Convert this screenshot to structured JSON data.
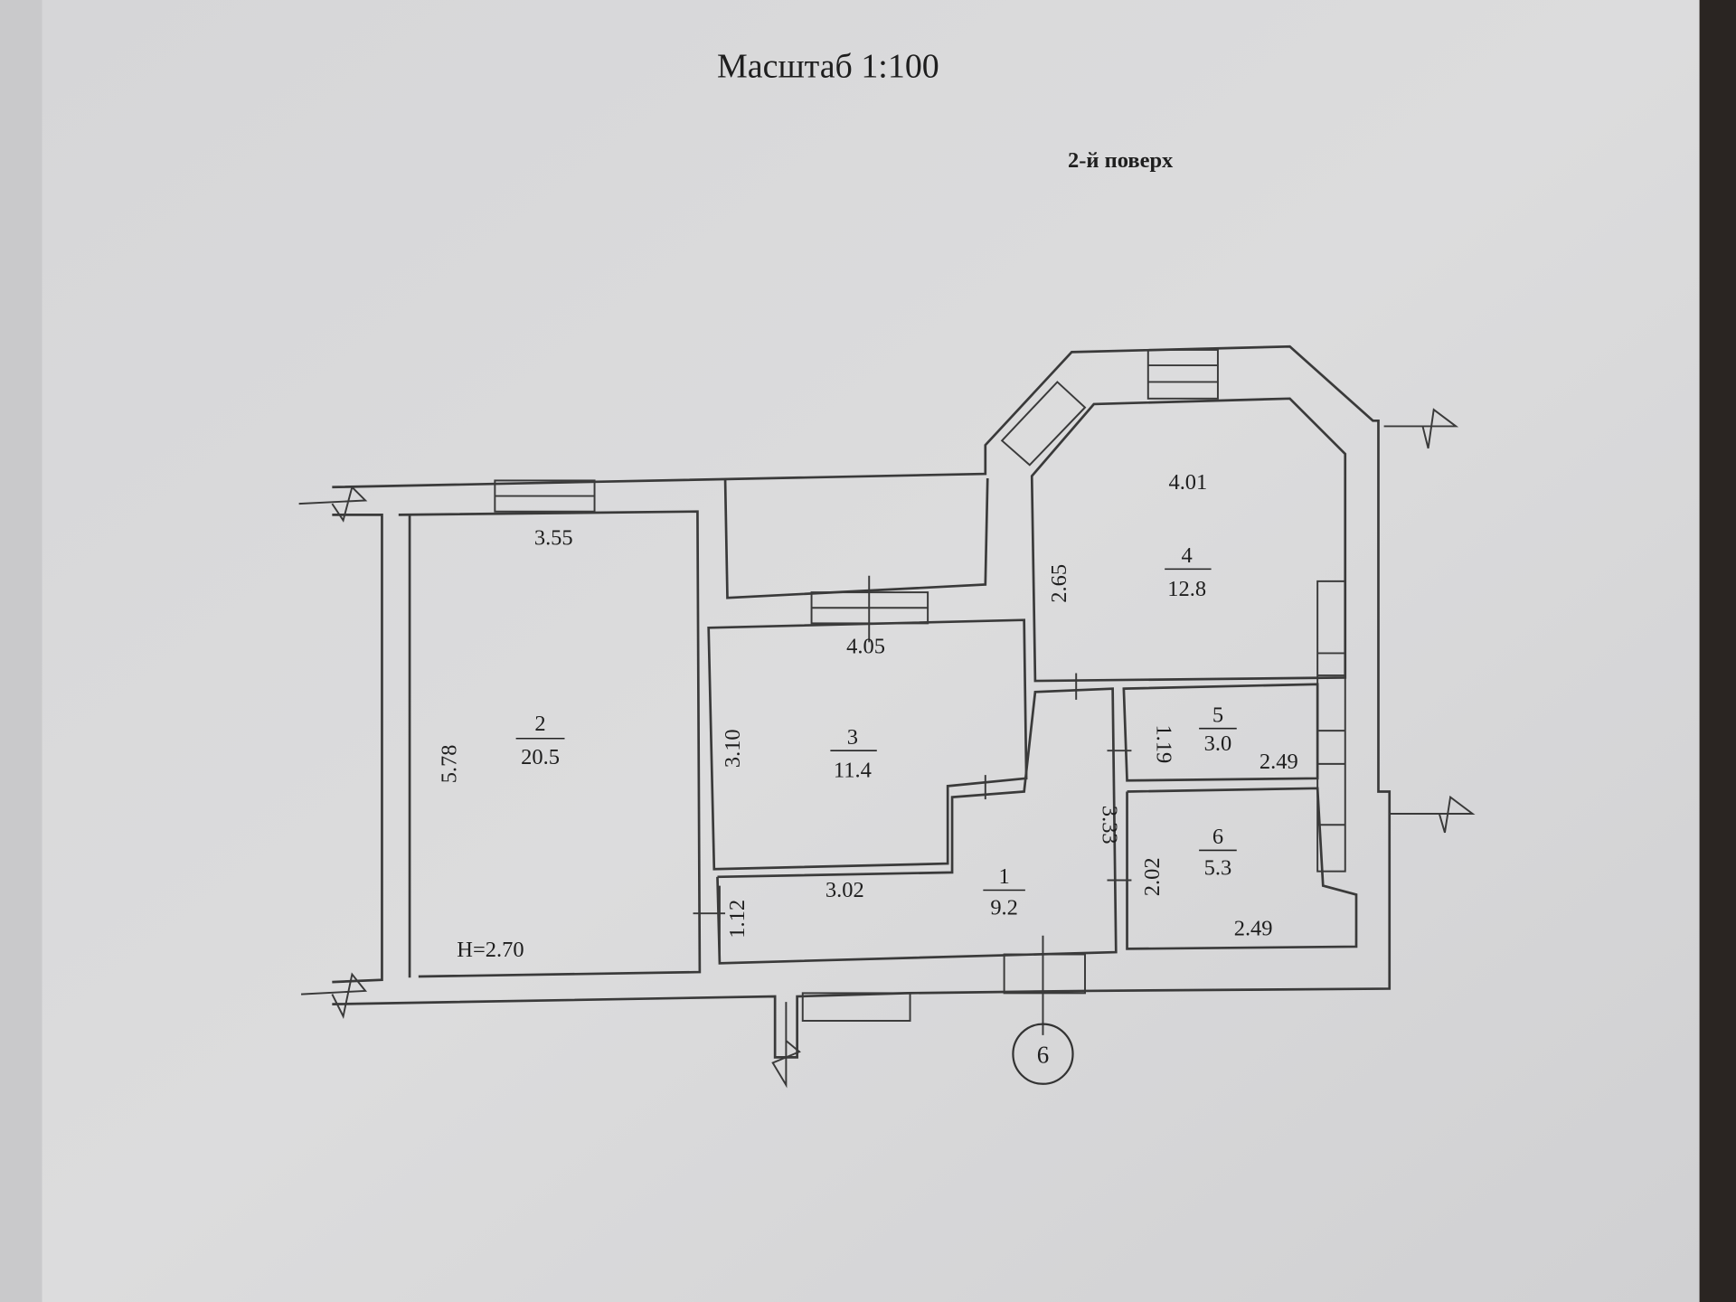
{
  "header": {
    "scale": "Масштаб 1:100",
    "floor": "2-й поверх"
  },
  "rooms": [
    {
      "number": "1",
      "area": "9.2"
    },
    {
      "number": "2",
      "area": "20.5"
    },
    {
      "number": "3",
      "area": "11.4"
    },
    {
      "number": "4",
      "area": "12.8"
    },
    {
      "number": "5",
      "area": "3.0"
    },
    {
      "number": "6",
      "area": "5.3"
    }
  ],
  "dimensions": {
    "room2_width": "3.55",
    "room2_length": "5.78",
    "room3_width": "4.05",
    "room3_length": "3.10",
    "room4_width": "4.01",
    "room4_length": "2.65",
    "room5_width": "2.49",
    "room5_length": "1.19",
    "room6_width": "2.49",
    "room6_length": "2.02",
    "hall_width": "3.02",
    "hall_length": "3.33",
    "corridor": "1.12"
  },
  "ceiling_height": "H=2.70",
  "apartment_marker": "6"
}
